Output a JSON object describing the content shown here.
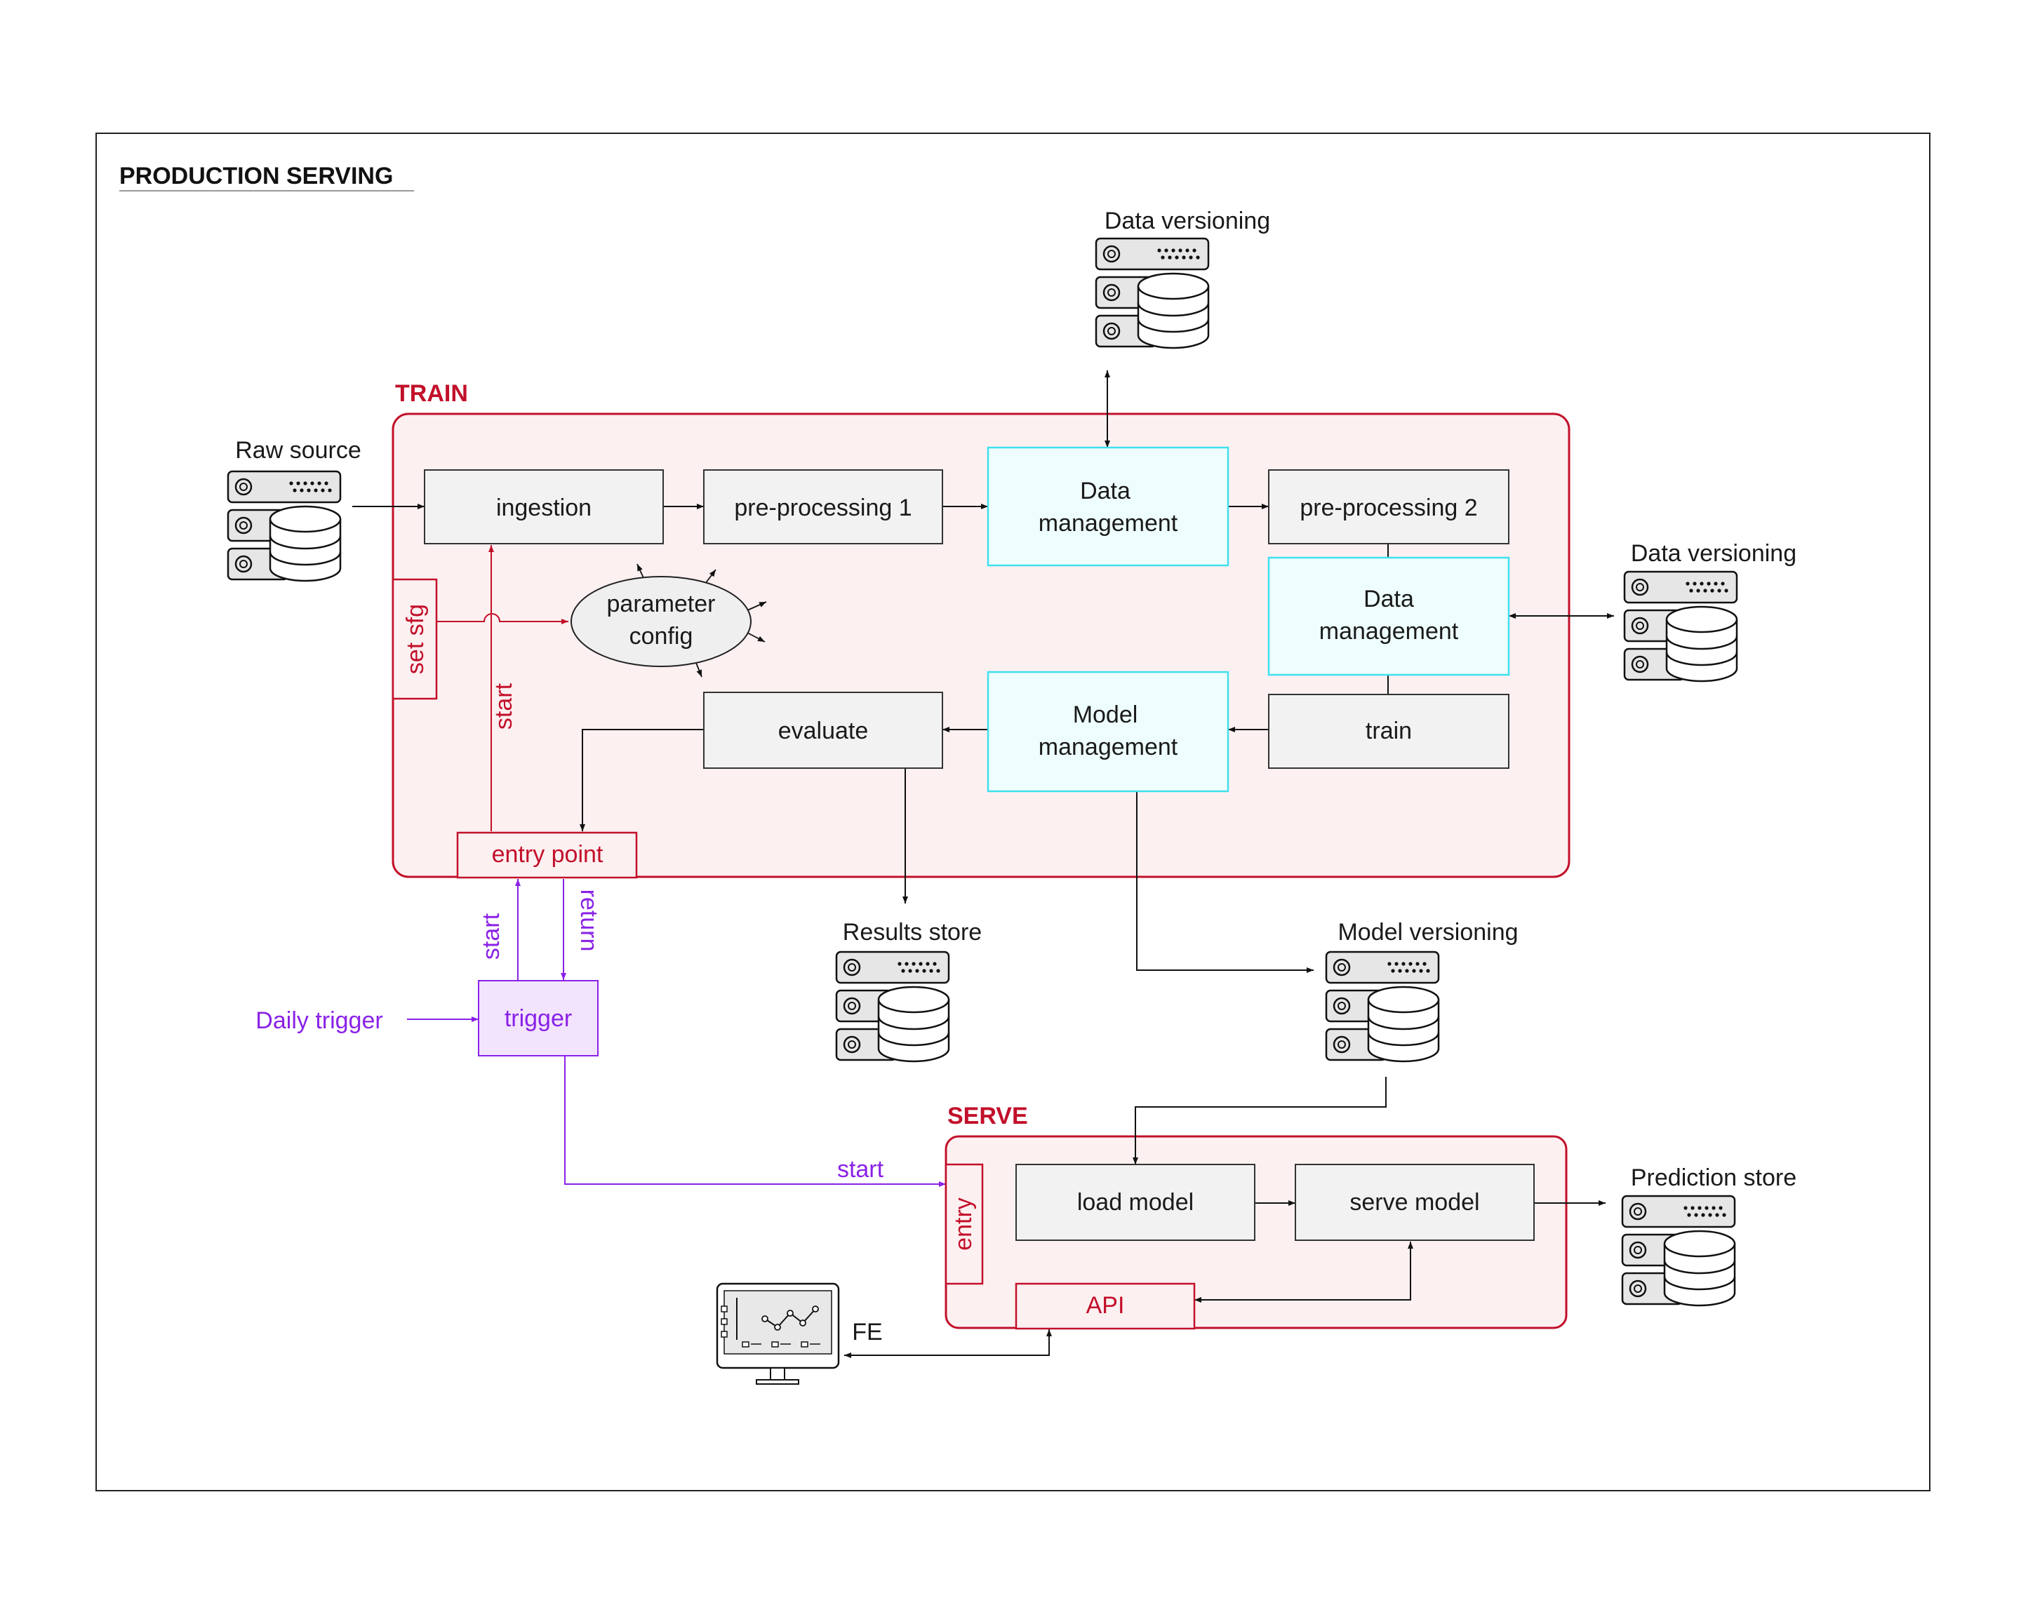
{
  "frame": {
    "title": "PRODUCTION SERVING"
  },
  "train": {
    "title": "TRAIN",
    "ingestion": "ingestion",
    "preprocessing1": "pre-processing 1",
    "data_mgmt_1": [
      "Data",
      "management"
    ],
    "preprocessing2": "pre-processing 2",
    "data_mgmt_2": [
      "Data",
      "management"
    ],
    "train": "train",
    "model_mgmt": [
      "Model",
      "management"
    ],
    "evaluate": "evaluate",
    "parameter_config": [
      "parameter",
      "config"
    ],
    "set_cfg": "set sfg",
    "start": "start",
    "entry_point": "entry point"
  },
  "serve": {
    "title": "SERVE",
    "load_model": "load model",
    "serve_model": "serve model",
    "entry": "entry",
    "api": "API"
  },
  "trigger": {
    "box": "trigger",
    "daily": "Daily trigger",
    "start_up": "start",
    "return": "return",
    "start_serve": "start"
  },
  "stores": {
    "raw_source": "Raw source",
    "data_versioning_top": "Data versioning",
    "data_versioning_right": "Data versioning",
    "results_store": "Results store",
    "model_versioning": "Model versioning",
    "prediction_store": "Prediction store"
  },
  "fe": {
    "label": "FE"
  },
  "colors": {
    "red": "#c2102a",
    "train_bg": "#fdf0f1",
    "cyan": "#3fe0ee",
    "purple": "#8a22e6",
    "trigger_bg": "#f3e4fd"
  }
}
